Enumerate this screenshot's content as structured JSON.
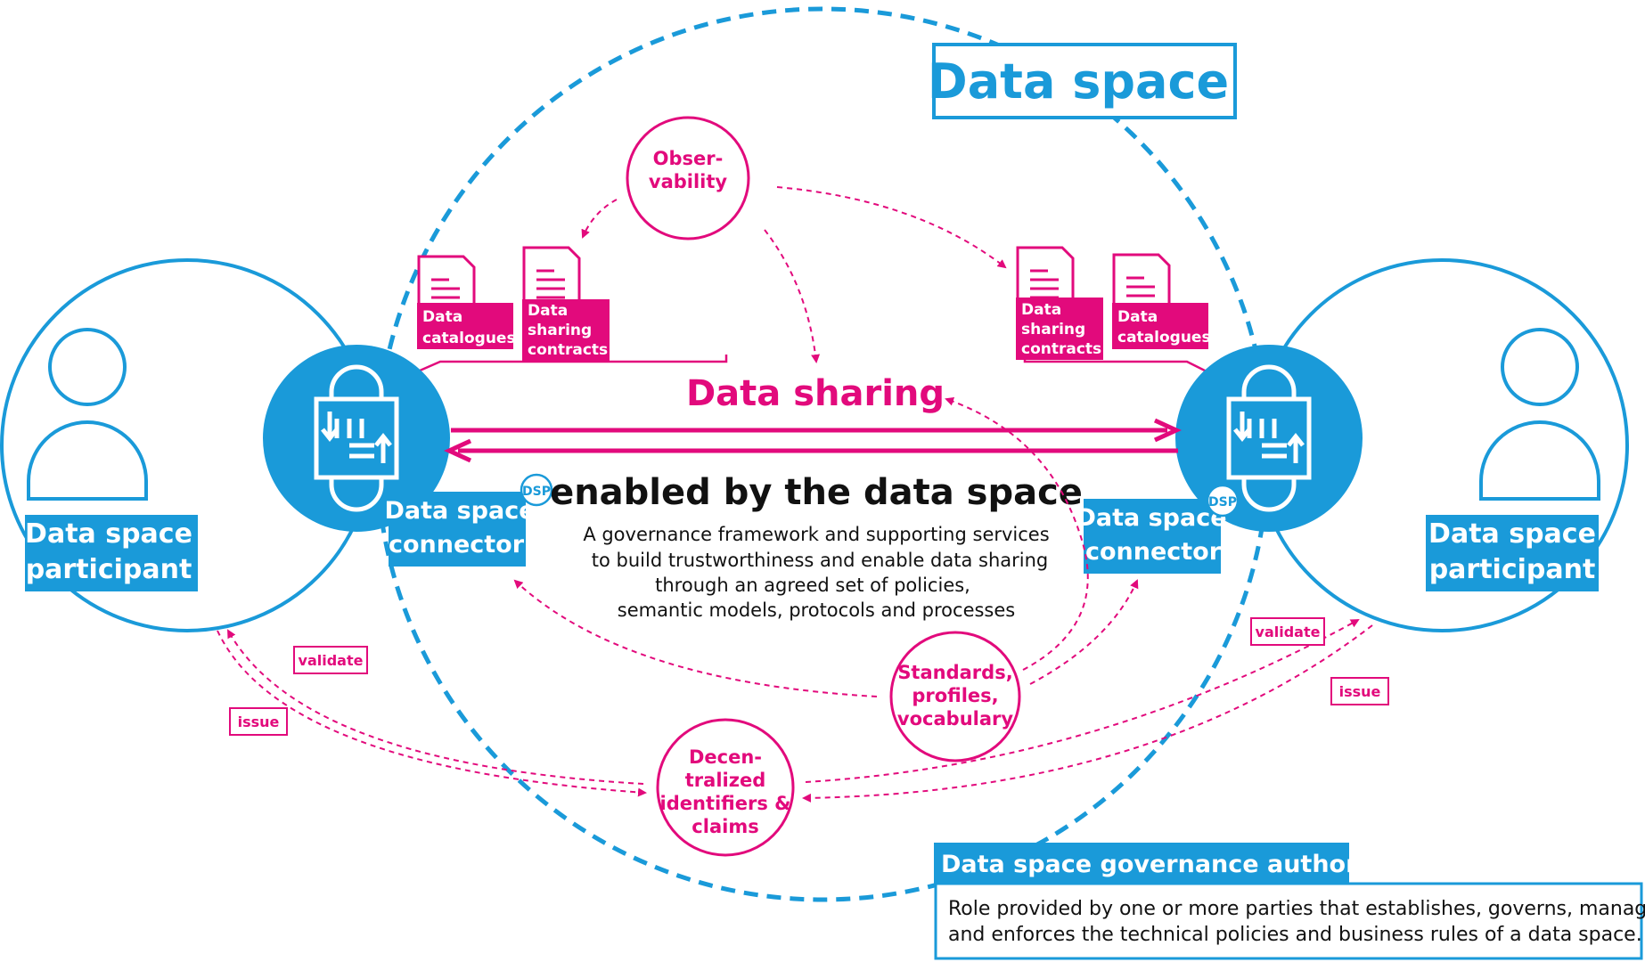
{
  "title": "Data space",
  "data_sharing": "Data sharing",
  "enabled_heading": "enabled by the data space",
  "enabled_desc": [
    "A governance framework and supporting services",
    "to build trustworthiness and enable data sharing",
    "through an agreed set of policies,",
    "semantic models, protocols and processes"
  ],
  "participant_left": [
    "Data space",
    "participant"
  ],
  "participant_right": [
    "Data space",
    "participant"
  ],
  "connector_left": [
    "Data space",
    "connector"
  ],
  "connector_right": [
    "Data space",
    "connector"
  ],
  "dsp_badge": "DSP",
  "doc_left_catalogues": [
    "Data",
    "catalogues"
  ],
  "doc_left_contracts": [
    "Data",
    "sharing",
    "contracts"
  ],
  "doc_right_contracts": [
    "Data",
    "sharing",
    "contracts"
  ],
  "doc_right_catalogues": [
    "Data",
    "catalogues"
  ],
  "observability": [
    "Obser-",
    "vability"
  ],
  "standards": [
    "Standards,",
    "profiles,",
    "vocabulary"
  ],
  "identifiers": [
    "Decen-",
    "tralized",
    "identifiers &",
    "claims"
  ],
  "tag_validate": "validate",
  "tag_issue": "issue",
  "authority_title": "Data space governance authority",
  "authority_desc": [
    "Role provided by one or more parties that establishes, governs, manages",
    "and enforces the technical policies and business rules of a data space."
  ],
  "colors": {
    "blue": "#1a9ad9",
    "magenta": "#e20a7c",
    "text": "#111111"
  },
  "icons": [
    "person-icon",
    "connector-lock-icon",
    "document-icon"
  ]
}
